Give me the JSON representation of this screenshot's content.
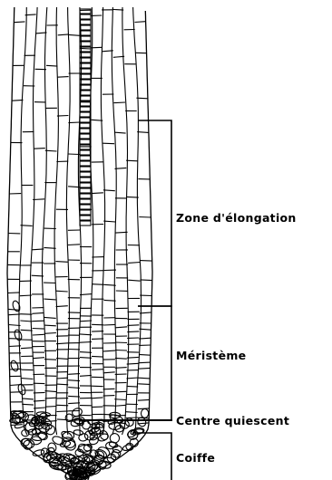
{
  "figure": {
    "labels": {
      "elongation": "Zone d'élongation",
      "meristem": "Méristème",
      "quiescent": "Centre quiescent",
      "cap": "Coiffe"
    }
  }
}
